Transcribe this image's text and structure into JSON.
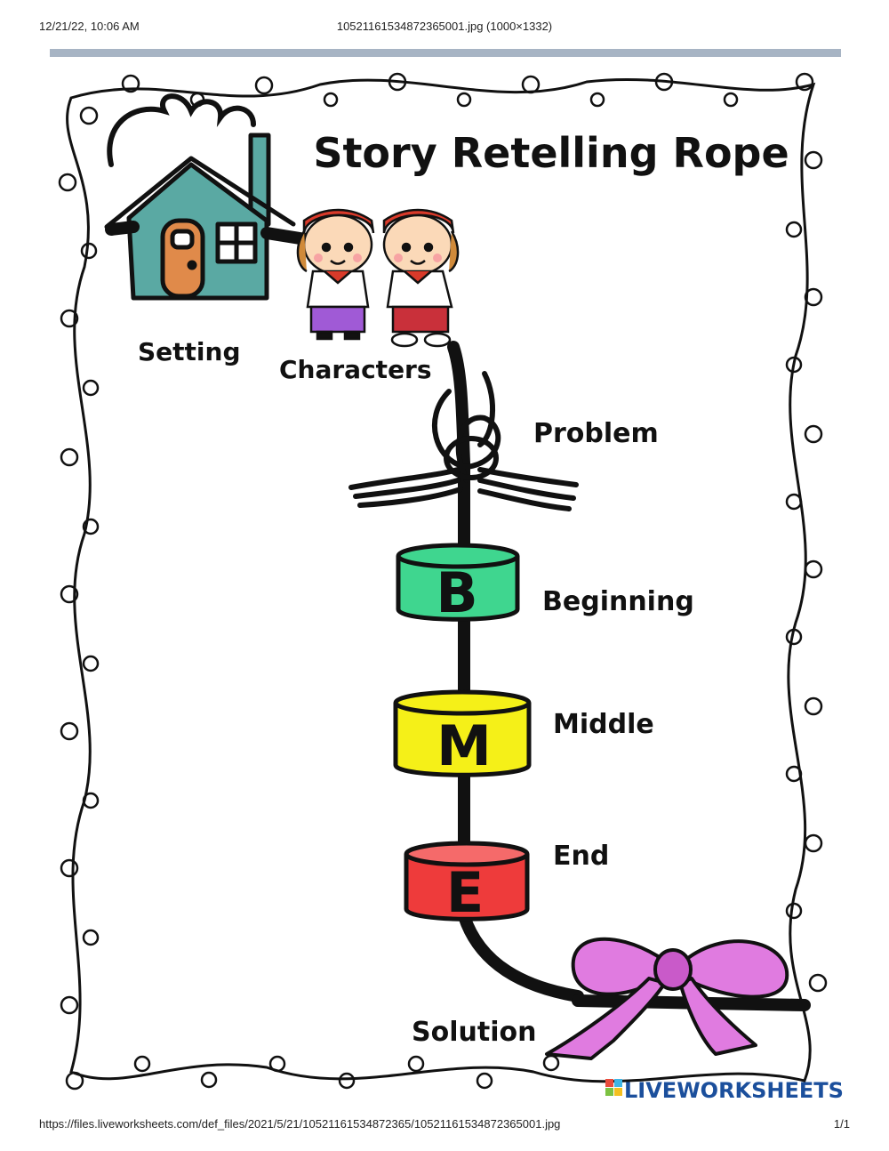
{
  "browser": {
    "timestamp": "12/21/22, 10:06 AM",
    "file_title": "10521161534872365001.jpg (1000×1332)",
    "url": "https://files.liveworksheets.com/def_files/2021/5/21/10521161534872365/10521161534872365001.jpg",
    "page_number": "1/1"
  },
  "worksheet": {
    "title": "Story Retelling Rope",
    "labels": {
      "setting": "Setting",
      "characters": "Characters",
      "problem": "Problem",
      "beginning": "Beginning",
      "middle": "Middle",
      "end": "End",
      "solution": "Solution"
    },
    "beads": [
      {
        "letter": "B",
        "color": "#3fd68f"
      },
      {
        "letter": "M",
        "color": "#f5f018"
      },
      {
        "letter": "E",
        "color": "#ee3b3b"
      }
    ],
    "brand": "LIVEWORKSHEETS"
  },
  "colors": {
    "house": "#5aa9a3",
    "door": "#e08a4a",
    "bow": "#e07be0",
    "header_bar": "#a7b4c4"
  }
}
